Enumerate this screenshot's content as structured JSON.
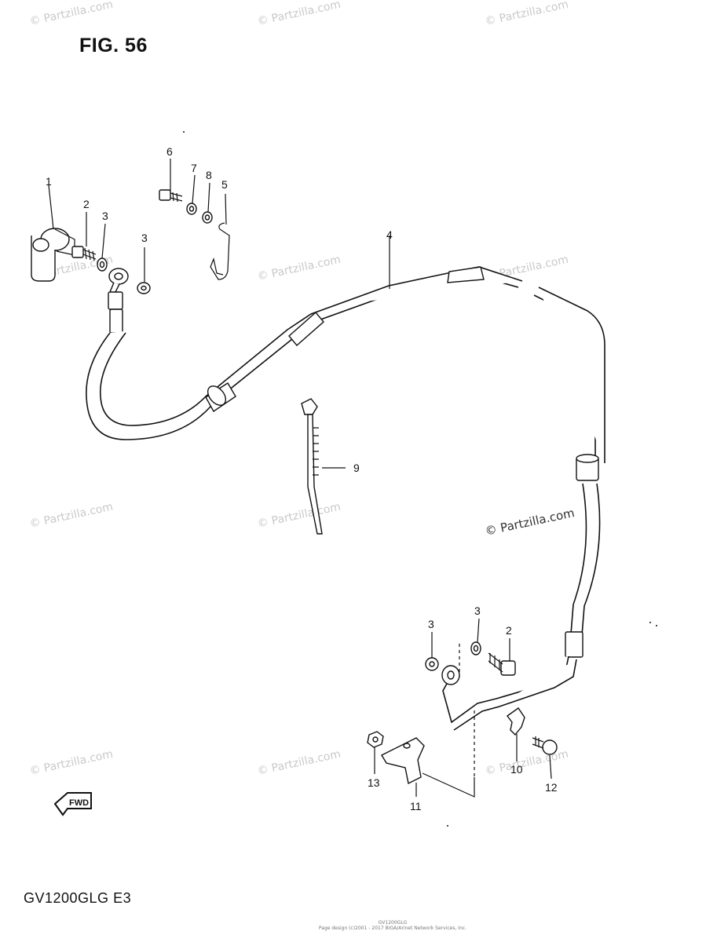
{
  "figure": {
    "title": "FIG. 56",
    "model": "GV1200GLG  E3",
    "watermark": "© Partzilla.com",
    "fwd_label": "FWD",
    "footer_lines": [
      "GV1200GLG",
      "Page design (c)2001 - 2017 BIGA/Arinet Network Services, Inc."
    ]
  },
  "callouts": [
    "1",
    "2",
    "3",
    "3",
    "4",
    "5",
    "6",
    "7",
    "8",
    "9",
    "3",
    "3",
    "2",
    "10",
    "11",
    "12",
    "13"
  ],
  "colors": {
    "line": "#111111",
    "watermark": "#c9c9c9"
  }
}
